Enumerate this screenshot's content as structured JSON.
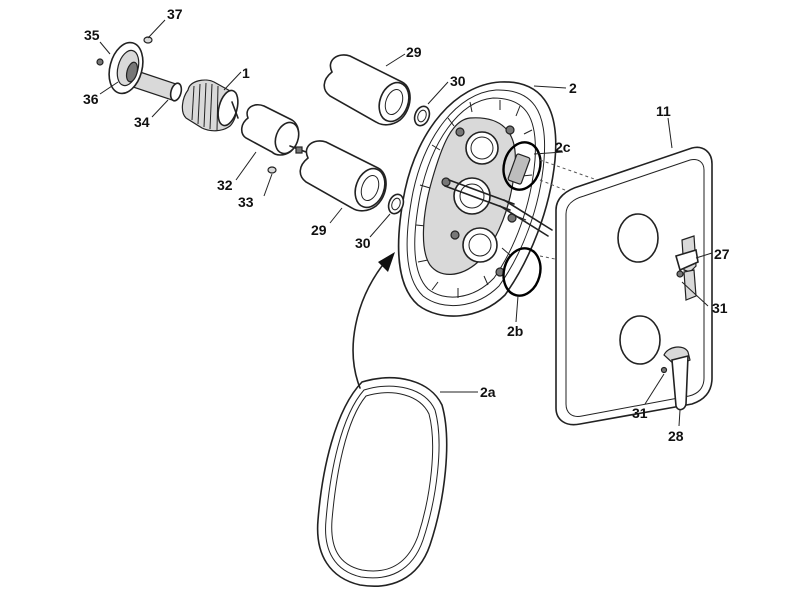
{
  "labels": {
    "p37": "37",
    "p35": "35",
    "p36": "36",
    "p34": "34",
    "p1": "1",
    "p32": "32",
    "p33": "33",
    "p29a": "29",
    "p29b": "29",
    "p30a": "30",
    "p30b": "30",
    "p2": "2",
    "p2c": "2c",
    "p2b": "2b",
    "p2a": "2a",
    "p11": "11",
    "p27": "27",
    "p31a": "31",
    "p31b": "31",
    "p28": "28"
  }
}
